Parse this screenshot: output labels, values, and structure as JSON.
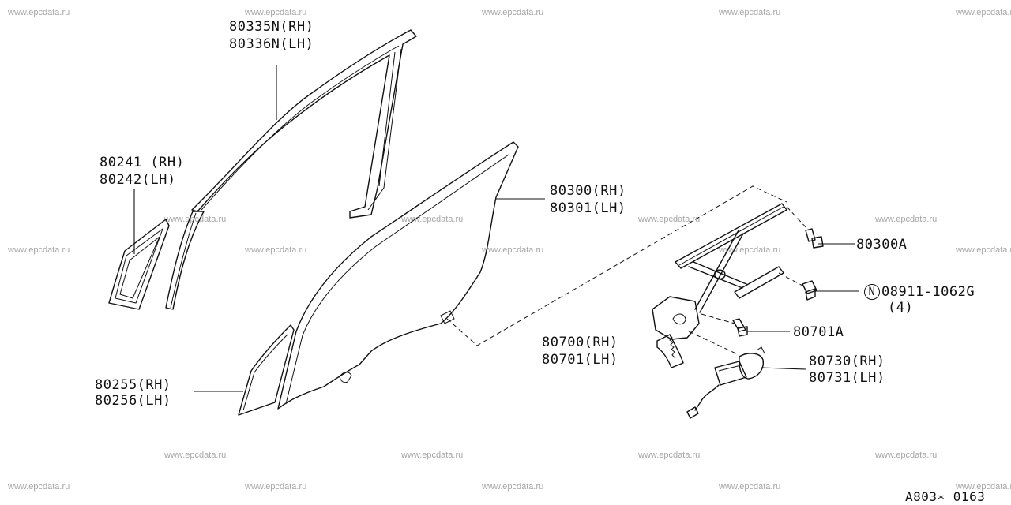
{
  "watermark": "www.epcdata.ru",
  "callouts": {
    "sash_rh": "80335N(RH)",
    "sash_lh": "80336N(LH)",
    "corner_rh": "80241 (RH)",
    "corner_lh": "80242(LH)",
    "glass_rh": "80300(RH)",
    "glass_lh": "80301(LH)",
    "bolt": "80300A",
    "nut_symbol": "N",
    "nut_part": "08911-1062G",
    "nut_qty": "(4)",
    "bolt2": "80701A",
    "regulator_rh": "80700(RH)",
    "regulator_lh": "80701(LH)",
    "motor_rh": "80730(RH)",
    "motor_lh": "80731(LH)",
    "partition_rh": "80255(RH)",
    "partition_lh": "80256(LH)"
  },
  "diagram_code": "A803∗ 0163"
}
